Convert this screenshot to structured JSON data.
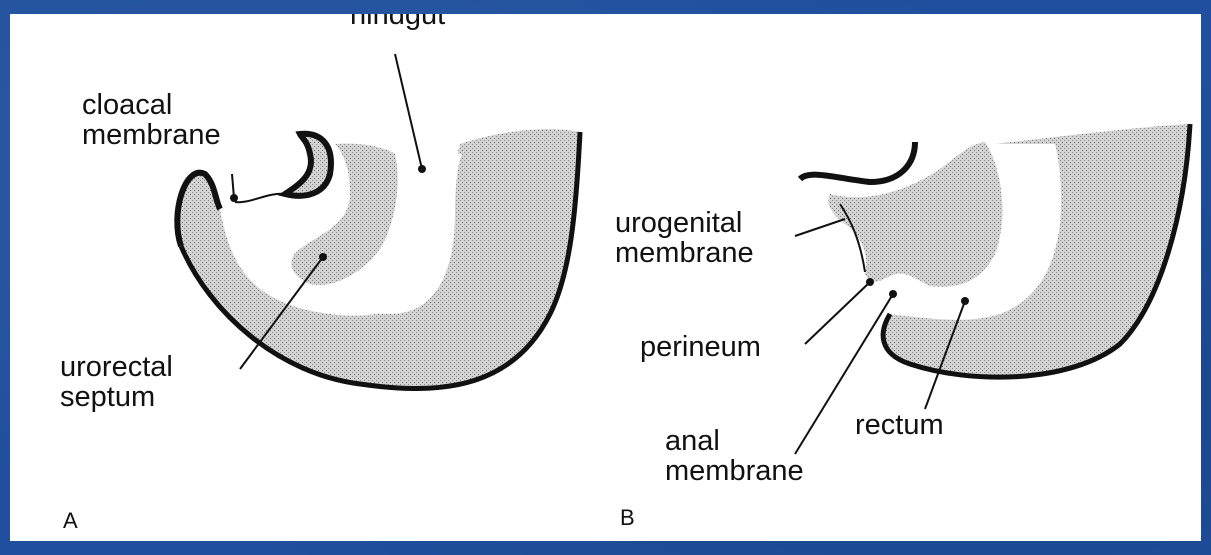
{
  "figure": {
    "labels": {
      "hindgut": "hindgut",
      "cloacal_membrane": "cloacal\nmembrane",
      "urorectal_septum": "urorectal\nseptum",
      "urogenital_membrane": "urogenital\nmembrane",
      "perineum": "perineum",
      "anal_membrane": "anal\nmembrane",
      "rectum": "rectum"
    },
    "panels": [
      "A",
      "B"
    ]
  },
  "colors": {
    "background": "#1f4f9e",
    "slide": "#ffffff",
    "tissue_fill": "#c9c9c9",
    "outline": "#111111"
  }
}
